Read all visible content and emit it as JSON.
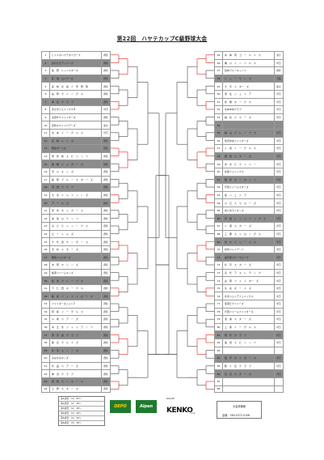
{
  "title": "第22回　ハヤテカップC級野球大会",
  "left_teams": [
    {
      "no": "1",
      "name": "ヒトミのハヤテタイガース",
      "pref": "群馬",
      "shaded": false
    },
    {
      "no": "2",
      "name": "かわさきアッパーズ",
      "pref": "群馬",
      "shaded": true
    },
    {
      "no": "3",
      "name": "佐　野　レッドスターズ",
      "pref": "群馬",
      "shaded": false
    },
    {
      "no": "4",
      "name": "宮　城　ロイヤーズ",
      "pref": "群馬",
      "shaded": true
    },
    {
      "no": "5",
      "name": "館　林　高　森　少　年　野　球",
      "pref": "群馬",
      "shaded": false
    },
    {
      "no": "6",
      "name": "長　岡　ウ　イ　ン　グ　ス",
      "pref": "群馬",
      "shaded": false
    },
    {
      "no": "7",
      "name": "本　庄　ク　ラ　ブ",
      "pref": "群馬",
      "shaded": true
    },
    {
      "no": "8",
      "name": "富士見フェニックスＢ",
      "pref": "埼玉",
      "shaded": false
    },
    {
      "no": "9",
      "name": "太田ＢＳファイターズ",
      "pref": "群馬",
      "shaded": false
    },
    {
      "no": "10",
      "name": "足利ホワイトベアーズ",
      "pref": "栃木",
      "shaded": false
    },
    {
      "no": "11",
      "name": "北　本　イ　ー　グ　ル　ス",
      "pref": "埼玉",
      "shaded": false
    },
    {
      "no": "12",
      "name": "高　崎　レ　ッ　ズ",
      "pref": "群馬",
      "shaded": true
    },
    {
      "no": "13",
      "name": "桐生ボーイズ",
      "pref": "群馬",
      "shaded": true
    },
    {
      "no": "14",
      "name": "伊　勢　崎　ス　ピ　リ　ッ　ツ",
      "pref": "群馬",
      "shaded": false
    },
    {
      "no": "15",
      "name": "前　橋　ジ　ャ　ガ　ー　ズ",
      "pref": "群馬",
      "shaded": true
    },
    {
      "no": "16",
      "name": "渋　川　キ　ッ　ズ",
      "pref": "群馬",
      "shaded": false
    },
    {
      "no": "17",
      "name": "藤　岡　ブ　ル　ー　ス　タ　ー　ズ",
      "pref": "群馬",
      "shaded": false
    },
    {
      "no": "18",
      "name": "沼　田　ク　ラ　ブ",
      "pref": "群馬",
      "shaded": true
    },
    {
      "no": "19",
      "name": "大　泉　ド　ル　フ　ィ　ン　ズ",
      "pref": "群馬",
      "shaded": false
    },
    {
      "no": "20",
      "name": "ア　ー　ル　ズ",
      "pref": "群馬",
      "shaded": true
    },
    {
      "no": "21",
      "name": "安　中　タ　イ　ガ　ー　ス",
      "pref": "群馬",
      "shaded": false
    },
    {
      "no": "22",
      "name": "邑　楽　ロ　ケ　ッ　ツ",
      "pref": "群馬",
      "shaded": false
    },
    {
      "no": "23",
      "name": "み　ど　り　シ　ャ　ー　ク　ス",
      "pref": "群馬",
      "shaded": false
    },
    {
      "no": "24",
      "name": "ビ　ー　ト　ル　ズ",
      "pref": "群馬",
      "shaded": false
    },
    {
      "no": "25",
      "name": "千　代　田　サ　ン　ダ　ー　ス",
      "pref": "群馬",
      "shaded": false
    },
    {
      "no": "26",
      "name": "玉　村　ス　タ　ー　ズ",
      "pref": "群馬",
      "shaded": false
    },
    {
      "no": "27",
      "name": "明和ファイターズ",
      "pref": "群馬",
      "shaded": true
    },
    {
      "no": "28",
      "name": "吉　岡　マ　リ　ン　ズ",
      "pref": "群馬",
      "shaded": false
    },
    {
      "no": "29",
      "name": "榛東ドリームキッズ",
      "pref": "群馬",
      "shaded": false
    },
    {
      "no": "30",
      "name": "甘　楽　ブ　レ　ー　ブ　ス",
      "pref": "群馬",
      "shaded": true
    },
    {
      "no": "31",
      "name": "下　仁　田　ホ　ー　ク　ス",
      "pref": "群馬",
      "shaded": false
    },
    {
      "no": "32",
      "name": "板　倉　バ　ッ　フ　ァ　ロ　ー　ズ",
      "pref": "群馬",
      "shaded": true
    },
    {
      "no": "33",
      "name": "ファイターズジュニア",
      "pref": "群馬",
      "shaded": false
    },
    {
      "no": "34",
      "name": "昭　和　イ　ー　グ　ル　ス",
      "pref": "群馬",
      "shaded": false
    },
    {
      "no": "35",
      "name": "川　場　ベ　ア　ー　ズ",
      "pref": "群馬",
      "shaded": false
    },
    {
      "no": "36",
      "name": "中　之　条　ジ　ャ　イ　ア　ン　ツ",
      "pref": "群馬",
      "shaded": false
    },
    {
      "no": "37",
      "name": "東　吾　妻　ク　ラ　ブ",
      "pref": "群馬",
      "shaded": true
    },
    {
      "no": "38",
      "name": "嬬　恋　ウ　ル　フ　ズ",
      "pref": "群馬",
      "shaded": false
    },
    {
      "no": "39",
      "name": "草　津　ス　ノ　ー　ズ",
      "pref": "群馬",
      "shaded": true
    },
    {
      "no": "40",
      "name": "みなかみキッズ",
      "pref": "群馬",
      "shaded": false
    },
    {
      "no": "41",
      "name": "片　品　ベ　ア　ー　ズ",
      "pref": "群馬",
      "shaded": false
    },
    {
      "no": "42",
      "name": "神　流　ク　ラ　ブ",
      "pref": "群馬",
      "shaded": false
    },
    {
      "no": "43",
      "name": "南　牧　ヤ　ン　キ　ー　ス",
      "pref": "群馬",
      "shaded": true
    },
    {
      "no": "44",
      "name": "上　野　ス　タ　ー　ズ",
      "pref": "群馬",
      "shaded": false
    }
  ],
  "right_teams": [
    {
      "no": "45",
      "name": "青　梅　南　ゴ　ー　ル　ド　ス",
      "pref": "東京",
      "shaded": false
    },
    {
      "no": "46",
      "name": "桶　川　イ　ン　バ　ル　ス",
      "pref": "埼玉",
      "shaded": false
    },
    {
      "no": "47",
      "name": "館林ブルーキャッツ",
      "pref": "群馬",
      "shaded": false
    },
    {
      "no": "48",
      "name": "ニ　ュ　ー　サ　ン　ズ",
      "pref": "大阪",
      "shaded": true
    },
    {
      "no": "49",
      "name": "大　平　ス　ター　ズ",
      "pref": "栃木",
      "shaded": false
    },
    {
      "no": "50",
      "name": "羽　生　ジ　ュ　ニ　ア",
      "pref": "埼玉",
      "shaded": false
    },
    {
      "no": "51",
      "name": "岩　槻　ホ　ー　ク　ス",
      "pref": "埼玉",
      "shaded": false
    },
    {
      "no": "52",
      "name": "北本中央クラブ",
      "pref": "埼玉",
      "shaded": false
    },
    {
      "no": "53",
      "name": "越　谷　パ　ワ　ー　ズ",
      "pref": "埼玉",
      "shaded": false
    },
    {
      "no": "54",
      "name": "",
      "pref": "",
      "shaded": true
    },
    {
      "no": "55",
      "name": "狭　山　ブ　レ　ー　ブ　ス",
      "pref": "埼玉",
      "shaded": true
    },
    {
      "no": "56",
      "name": "所沢中央ファイターズ",
      "pref": "埼玉",
      "shaded": false
    },
    {
      "no": "57",
      "name": "入　間　イ　ー　グ　ル　ス",
      "pref": "埼玉",
      "shaded": false
    },
    {
      "no": "58",
      "name": "朝　霞　ス　タ　ー　ズ",
      "pref": "埼玉",
      "shaded": true
    },
    {
      "no": "59",
      "name": "志　木　ビ　ク　ト　リ　ー",
      "pref": "埼玉",
      "shaded": false
    },
    {
      "no": "60",
      "name": "新座フェニックス",
      "pref": "埼玉",
      "shaded": false
    },
    {
      "no": "61",
      "name": "和　光　ホ　ー　ネ　ッ　ツ",
      "pref": "埼玉",
      "shaded": true
    },
    {
      "no": "62",
      "name": "戸田ドリームスターズ",
      "pref": "埼玉",
      "shaded": false
    },
    {
      "no": "63",
      "name": "蕨　ジ　ュ　ニ　ア",
      "pref": "埼玉",
      "shaded": false
    },
    {
      "no": "64",
      "name": "川　口　ス　ワ　ロ　ー　ズ",
      "pref": "埼玉",
      "shaded": false
    },
    {
      "no": "65",
      "name": "鳩ヶ谷ライオンズ",
      "pref": "埼玉",
      "shaded": false
    },
    {
      "no": "66",
      "name": "草　加　レ　ッ　ド　ソ　ッ　ク　ス",
      "pref": "埼玉",
      "shaded": true
    },
    {
      "no": "67",
      "name": "八　潮　ス　タ　ー　ズ",
      "pref": "埼玉",
      "shaded": false
    },
    {
      "no": "68",
      "name": "三　郷　ス　ト　ロ　ン　グ　ス",
      "pref": "埼玉",
      "shaded": false
    },
    {
      "no": "69",
      "name": "吉　川　ド　リ　ー　ム　ス",
      "pref": "埼玉",
      "shaded": true
    },
    {
      "no": "70",
      "name": "松伏ジャイアンツ",
      "pref": "埼玉",
      "shaded": false
    },
    {
      "no": "71",
      "name": "春日部ブルーウェーブ",
      "pref": "埼玉",
      "shaded": true
    },
    {
      "no": "72",
      "name": "杉　戸　ス　タ　ー　ズ",
      "pref": "埼玉",
      "shaded": false
    },
    {
      "no": "73",
      "name": "宮　代　ア　ス　レ　チ　ッ　ク",
      "pref": "埼玉",
      "shaded": false
    },
    {
      "no": "74",
      "name": "白　岡　フ　ァ　イ　ター　ズ",
      "pref": "埼玉",
      "shaded": false
    },
    {
      "no": "75",
      "name": "久　喜　ボ　ー　イ　ズ",
      "pref": "埼玉",
      "shaded": false
    },
    {
      "no": "76",
      "name": "幸手ジュニアフェニックス",
      "pref": "埼玉",
      "shaded": false
    },
    {
      "no": "77",
      "name": "加須ビクトリーズ",
      "pref": "埼玉",
      "shaded": false
    },
    {
      "no": "78",
      "name": "行田ドリームファイターズ",
      "pref": "埼玉",
      "shaded": false
    },
    {
      "no": "79",
      "name": "鴻　巣　ス　タ　ー　ズ",
      "pref": "埼玉",
      "shaded": false
    },
    {
      "no": "80",
      "name": "上　尾　イ　ー　グ　ル　ス",
      "pref": "埼玉",
      "shaded": false
    },
    {
      "no": "81",
      "name": "伊　奈　ク　ラ　ブ",
      "pref": "埼玉",
      "shaded": true
    },
    {
      "no": "82",
      "name": "蓮　田　ス　ピ　リ　ッ　ツ",
      "pref": "埼玉",
      "shaded": false
    },
    {
      "no": "83",
      "name": "",
      "pref": "",
      "shaded": false
    },
    {
      "no": "84",
      "name": "坂　戸　タ　イ　ガ　ー　ス",
      "pref": "埼玉",
      "shaded": true
    },
    {
      "no": "85",
      "name": "鶴　ヶ　島　ク　ラ　ブ",
      "pref": "埼玉",
      "shaded": false
    },
    {
      "no": "86",
      "name": "日　高　ス　タ　ー　ズ",
      "pref": "埼玉",
      "shaded": true
    },
    {
      "no": "87",
      "name": "",
      "pref": "",
      "shaded": false
    },
    {
      "no": "88",
      "name": "",
      "pref": "",
      "shaded": false
    }
  ],
  "schedule": [
    "第1試合　10：00～",
    "第2試合　11：30～",
    "第3試合　12：30～",
    "第4試合　13：30～",
    "第5試合　14：30～",
    "第6試合　15：30～"
  ],
  "sponsors": {
    "depo": "DEPO",
    "alpen": "Alpen",
    "kenko_sub": "NAGASE",
    "kenko_main": "KENKO",
    "kenko_bot": "Corp."
  },
  "office": {
    "name": "大会事務局",
    "tel": "会場　090-0372-0156"
  },
  "colors": {
    "winner_line": "#d9201b",
    "bracket_line": "#444444",
    "shade": "#8c8c8c"
  }
}
